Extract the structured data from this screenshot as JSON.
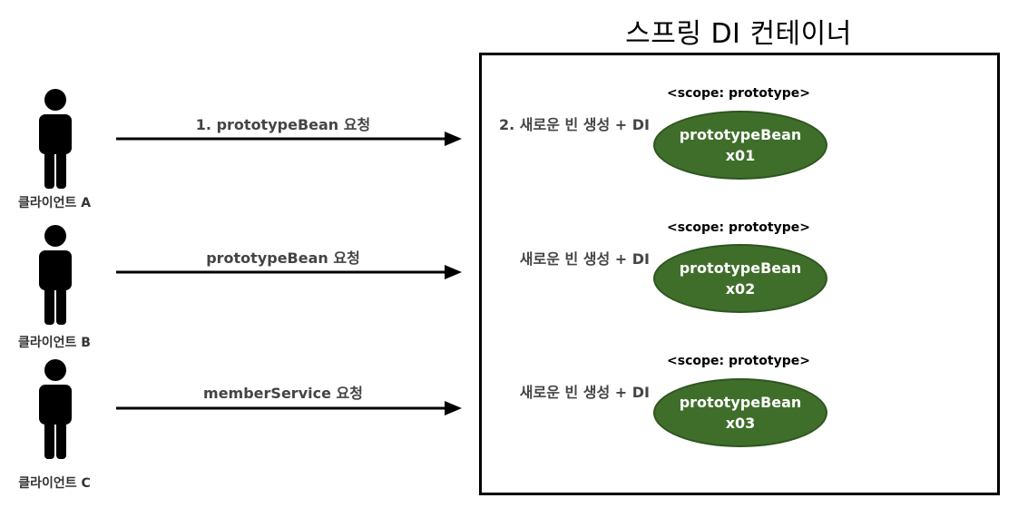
{
  "container": {
    "title": "스프링 DI 컨테이너"
  },
  "clients": [
    {
      "label": "클라이언트 A"
    },
    {
      "label": "클라이언트 B"
    },
    {
      "label": "클라이언트 C"
    }
  ],
  "requests": [
    {
      "label": "1. prototypeBean 요청"
    },
    {
      "label": "prototypeBean 요청"
    },
    {
      "label": "memberService 요청"
    }
  ],
  "creations": [
    {
      "label": "2. 새로운 빈 생성 + DI"
    },
    {
      "label": "새로운 빈 생성 + DI"
    },
    {
      "label": "새로운 빈 생성 + DI"
    }
  ],
  "beans": [
    {
      "scope": "<scope: prototype>",
      "name": "prototypeBean",
      "id": "x01"
    },
    {
      "scope": "<scope: prototype>",
      "name": "prototypeBean",
      "id": "x02"
    },
    {
      "scope": "<scope: prototype>",
      "name": "prototypeBean",
      "id": "x03"
    }
  ],
  "colors": {
    "bean_fill": "#3f6e2a",
    "bean_stroke": "#2f5520",
    "person": "#000000",
    "arrow": "#000000"
  },
  "icons": {
    "person": "person-icon",
    "arrow": "right-arrow-icon"
  }
}
